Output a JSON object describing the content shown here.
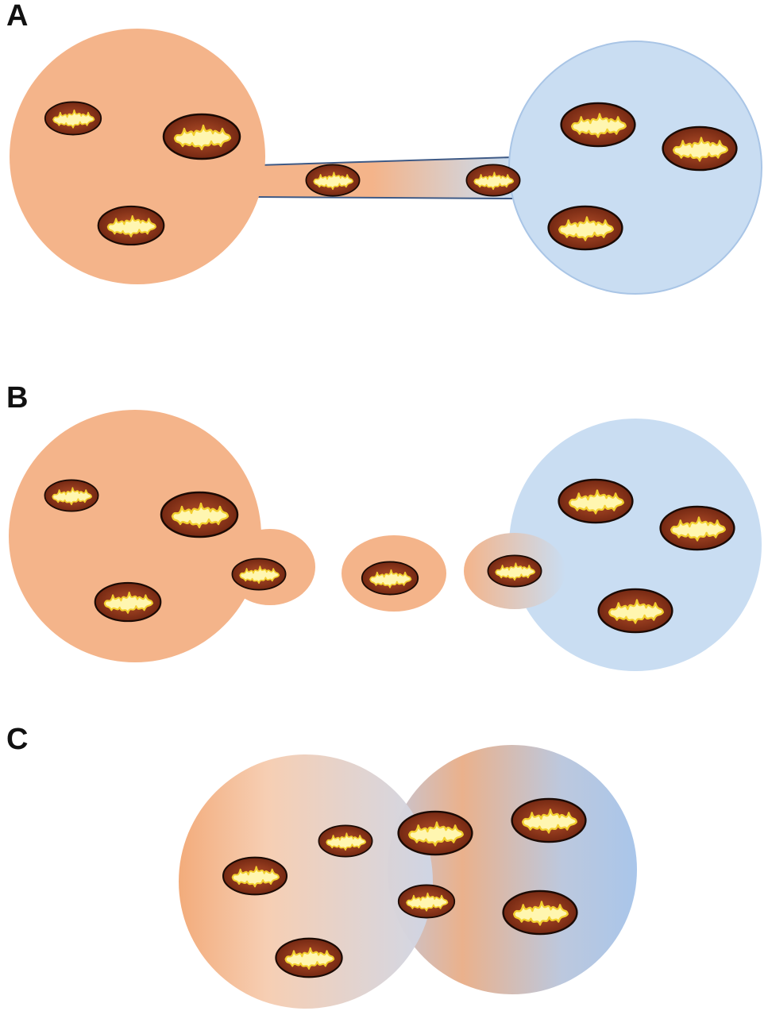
{
  "panels": [
    {
      "label": "A"
    },
    {
      "label": "B"
    },
    {
      "label": "C"
    }
  ],
  "colors": {
    "cell_orange": "#f4b48a",
    "cell_blue": "#c9ddf2",
    "cell_blue_edge": "#a9c5e6",
    "cell_orange_deep": "#f0a56f",
    "cell_blue_deep": "#a7c6ea",
    "mito_outer": "#7a2a12",
    "mito_mid": "#9c3a1a",
    "mito_inner": "#fff3a6",
    "mito_cristae": "#f4d23a",
    "tube_line": "#3e5a86",
    "background": "#ffffff"
  },
  "icons": {
    "organelle": "mitochondrion-icon",
    "cell": "cell-circle"
  }
}
